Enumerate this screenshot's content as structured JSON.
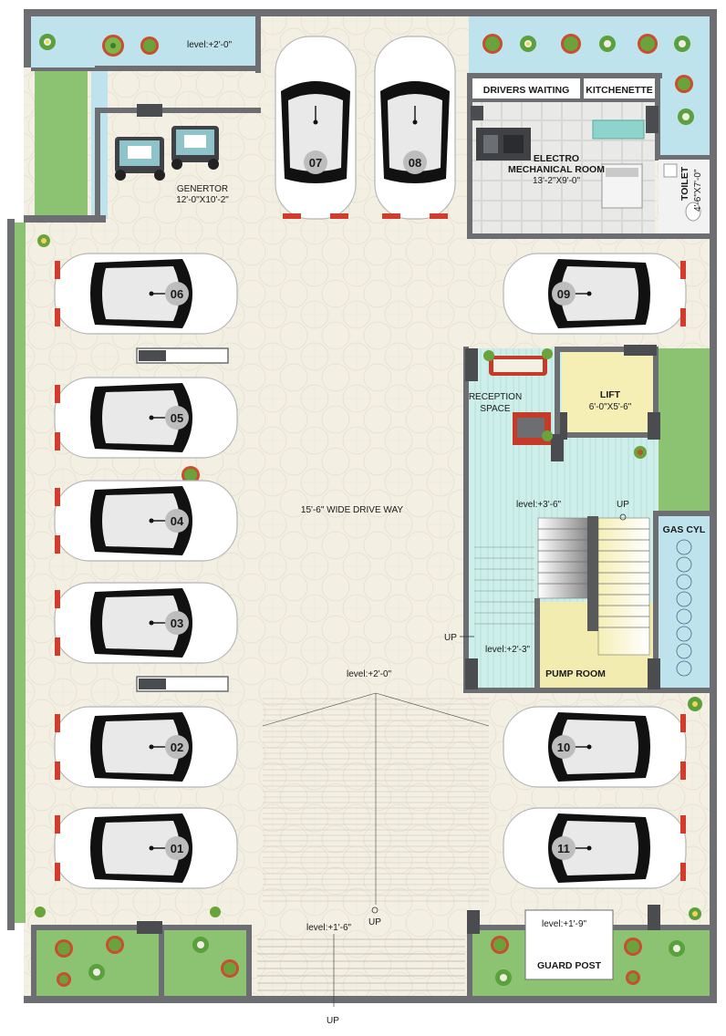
{
  "plan": {
    "levels": {
      "top_left": "level:+2'-0\"",
      "mid_ramp": "level:+2'-0\"",
      "reception": "level:+3'-6\"",
      "stair_landing": "level:+2'-3\"",
      "bottom_left": "level:+1'-6\"",
      "guard": "level:+1'-9\""
    },
    "rooms": {
      "generator_name": "GENERTOR",
      "generator_size": "12'-0\"X10'-2\"",
      "drivers_waiting": "DRIVERS WAITING",
      "kitchenette": "KITCHENETTE",
      "electro_line1": "ELECTRO",
      "electro_line2": "MECHANICAL ROOM",
      "electro_size": "13'-2\"X9'-0\"",
      "toilet_name": "TOILET",
      "toilet_size": "4'-6\"X7'-0\"",
      "reception_line1": "RECEPTION",
      "reception_line2": "SPACE",
      "lift_name": "LIFT",
      "lift_size": "6'-0\"X5'-6\"",
      "gas_cyl": "GAS CYL",
      "pump_room": "PUMP ROOM",
      "guard_post": "GUARD POST",
      "driveway": "15'-6\" WIDE DRIVE WAY"
    },
    "markers": {
      "up_stair": "UP",
      "up_reception": "UP",
      "up_ramp_mid": "UP",
      "up_entrance": "UP"
    },
    "cars": [
      "07",
      "08",
      "06",
      "09",
      "05",
      "04",
      "03",
      "02",
      "10",
      "01",
      "11"
    ],
    "colors": {
      "wall": "#6d6e71",
      "floor": "#f3efe3",
      "lawn": "#8cc373",
      "water": "#bfe3ec",
      "teal_floor": "#cdeee9",
      "pump": "#f3ecb0",
      "car_body": "#ffffff",
      "car_roof": "#111111",
      "car_badge": "#bdbdbd"
    }
  }
}
